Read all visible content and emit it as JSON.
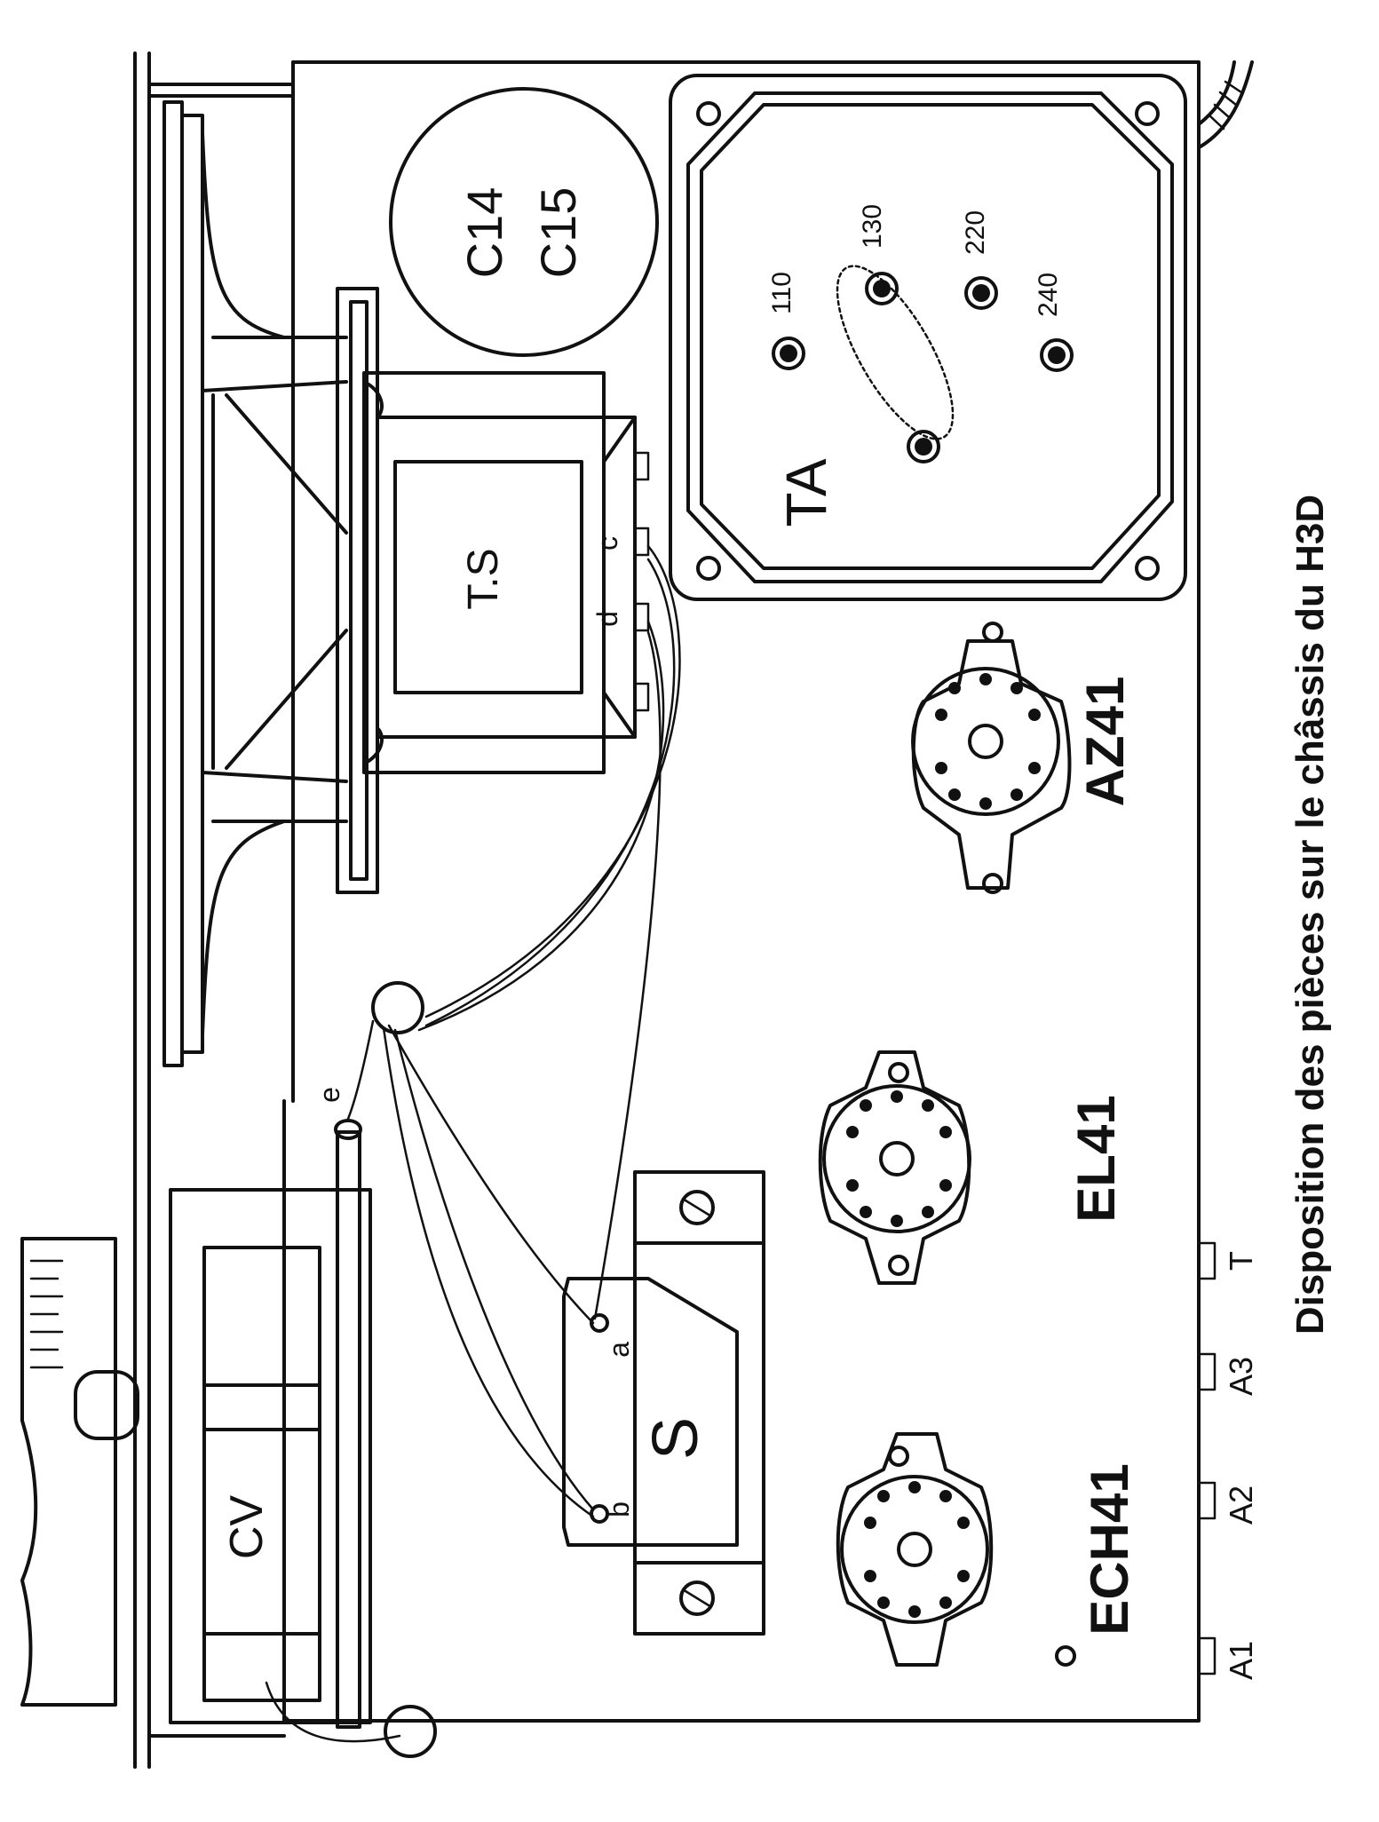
{
  "caption": "Disposition des pièces sur le châssis du H3D",
  "components": {
    "capacitors_1": "C14",
    "capacitors_2": "C15",
    "power_transformer": "TA",
    "output_transformer": "T.S",
    "speaker_socket": "S",
    "variable_capacitor": "CV",
    "tube_ech41": "ECH41",
    "tube_el41": "EL41",
    "tube_az41": "AZ41"
  },
  "voltage_selector": {
    "taps": [
      "110",
      "130",
      "220",
      "240"
    ]
  },
  "terminal_labels": {
    "a": "a",
    "b": "b",
    "c": "c",
    "d": "d",
    "e": "e"
  },
  "antenna_terminals": {
    "a1": "A1",
    "a2": "A2",
    "a3": "A3",
    "t": "T"
  }
}
